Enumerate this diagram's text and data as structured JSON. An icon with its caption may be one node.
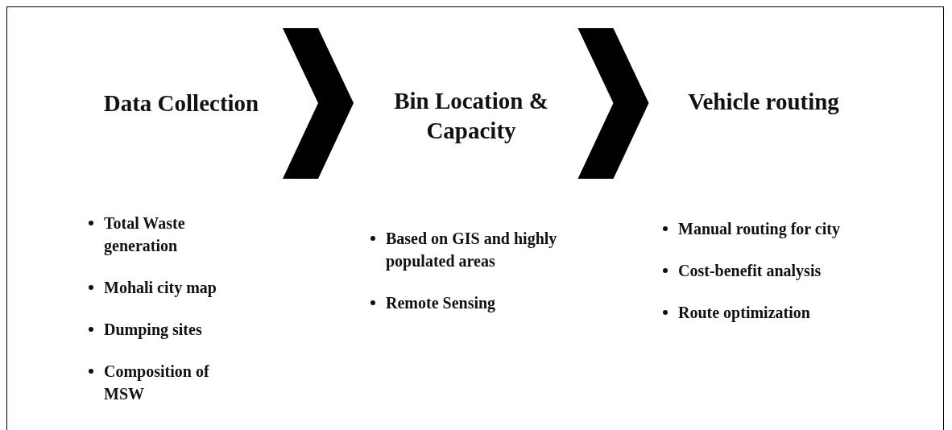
{
  "diagram": {
    "nodes": [
      {
        "text": [
          "Data Collection",
          "Total Waste generation",
          "Mohali city map",
          "Dumping sites",
          "Composition of MSW"
        ]
      },
      {
        "text": [
          "Bin Location & Capacity",
          "Based on GIS and highly populated areas",
          "Remote Sensing"
        ]
      },
      {
        "text": [
          "Vehicle routing",
          "Manual routing for city",
          "Cost-benefit analysis",
          "Route optimization"
        ]
      }
    ],
    "edges": [
      {
        "from": 0,
        "to": 1,
        "arrow": "to"
      },
      {
        "from": 1,
        "to": 2,
        "arrow": "to"
      }
    ]
  }
}
